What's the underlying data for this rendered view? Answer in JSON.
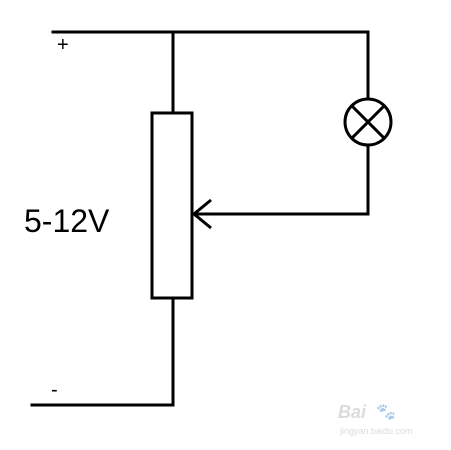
{
  "labels": {
    "positive": "+",
    "negative": "-",
    "voltage": "5-12V"
  },
  "components": {
    "resistor": "potentiometer",
    "lamp": "lamp-icon"
  },
  "watermark": {
    "brand": "Bai",
    "paw": "🐾",
    "url": "jingyan.baidu.com"
  },
  "colors": {
    "line": "#000000",
    "background": "#ffffff"
  }
}
